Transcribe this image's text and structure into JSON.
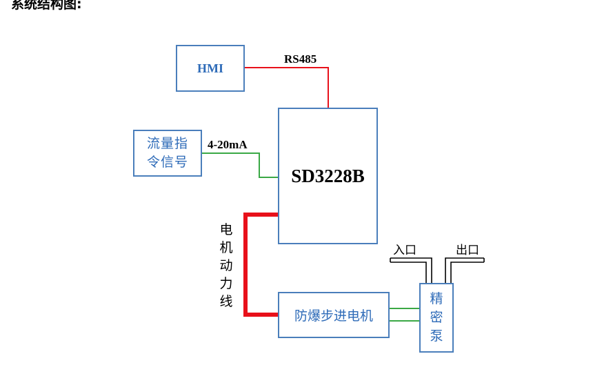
{
  "heading": "系统结构图:",
  "nodes": {
    "hmi": "HMI",
    "flow_signal": "流量指令信号",
    "controller": "SD3228B",
    "motor": "防爆步进电机",
    "pump": "精密泵"
  },
  "edge_labels": {
    "rs485": "RS485",
    "current_signal": "4-20mA",
    "motor_power_line": "电机动力线",
    "inlet": "入口",
    "outlet": "出口"
  },
  "colors": {
    "box_border": "#4a7ebb",
    "box_text": "#2e6bb8",
    "rs485_wire": "#e8101a",
    "signal_wire": "#3aa845",
    "power_wire": "#e8101a",
    "pipe": "#000000"
  }
}
